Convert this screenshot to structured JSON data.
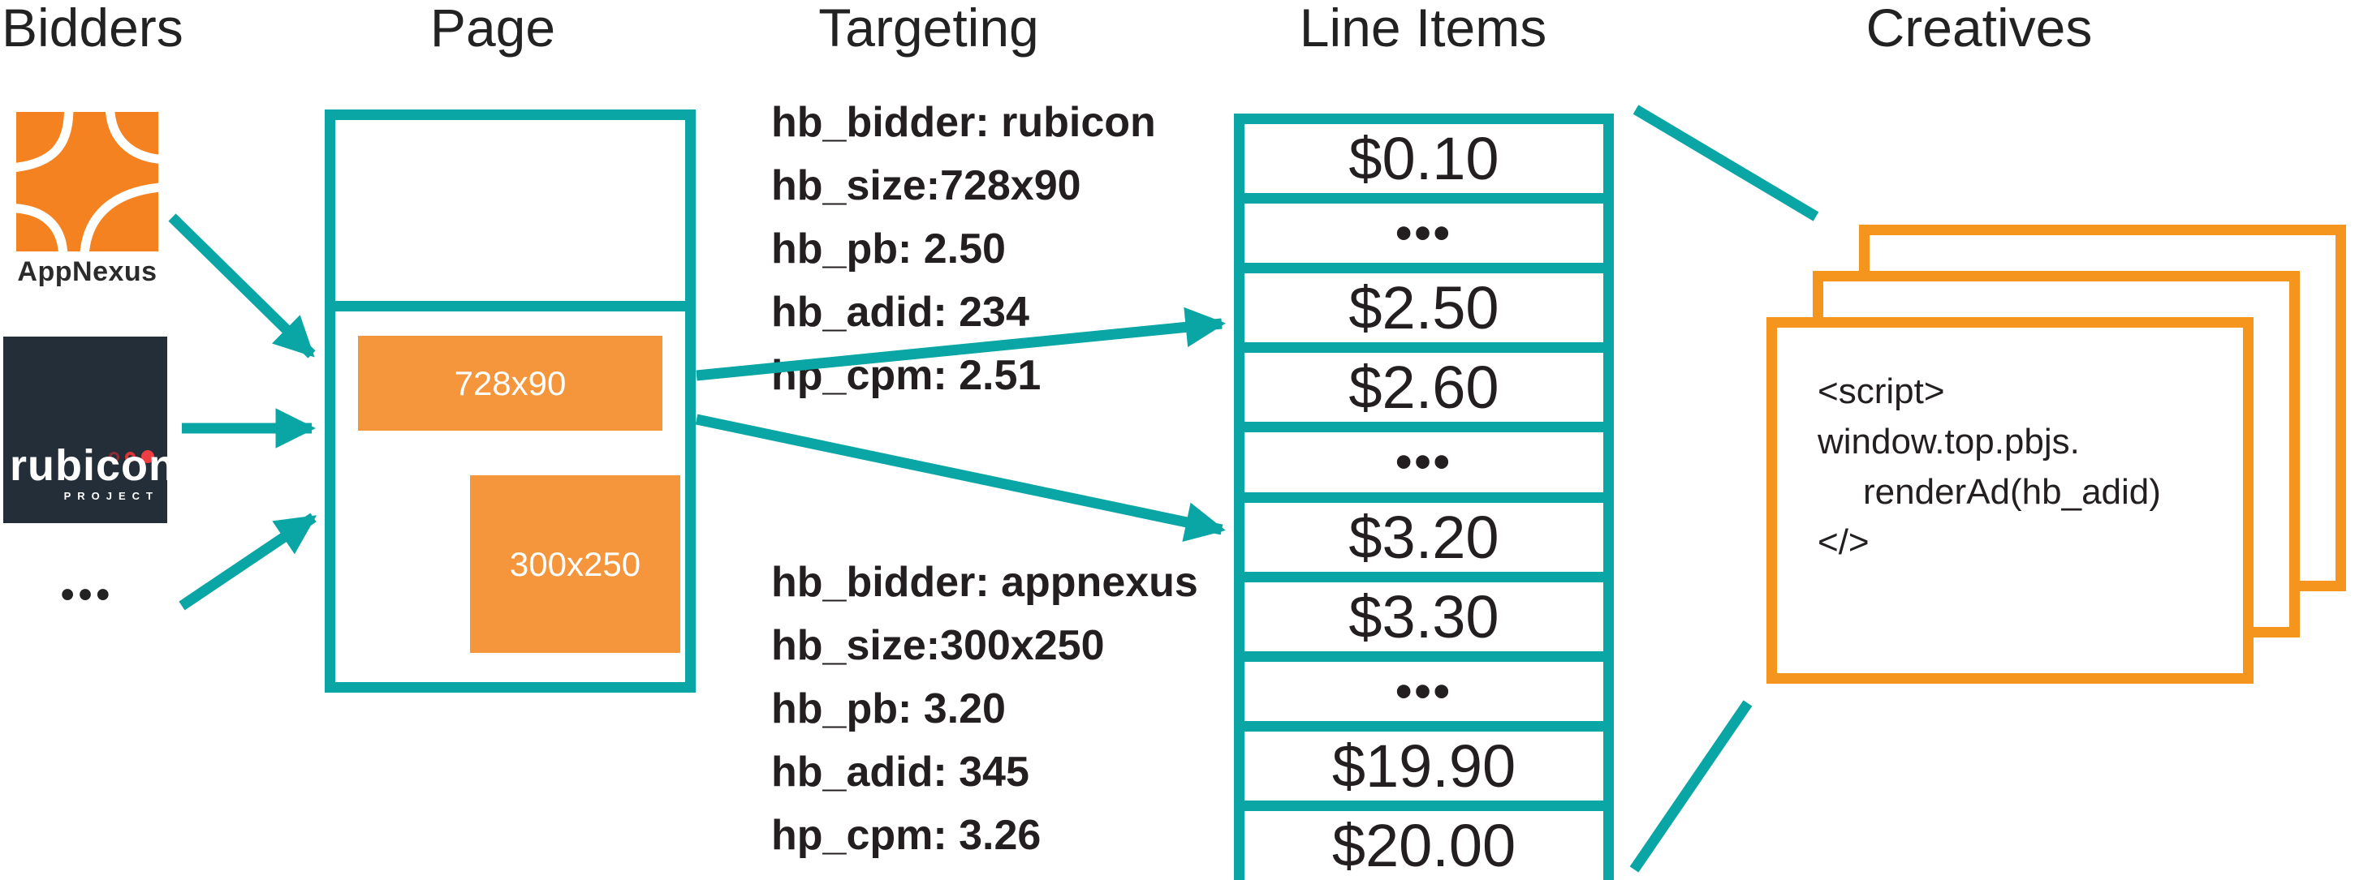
{
  "titles": {
    "bidders": "Bidders",
    "page": "Page",
    "targeting": "Targeting",
    "line_items": "Line Items",
    "creatives": "Creatives"
  },
  "bidders": {
    "appnexus": {
      "label": "AppNexus"
    },
    "rubicon": {
      "wordmark": "rubicon",
      "reg_mark": "®",
      "subtitle": "PROJECT"
    },
    "more_bidders": "•••"
  },
  "page": {
    "slot_banner": "728x90",
    "slot_rect": "300x250"
  },
  "targeting": {
    "rubicon_block": {
      "lines": [
        "hb_bidder: rubicon",
        "hb_size:728x90",
        "hb_pb: 2.50",
        "hb_adid: 234",
        "hp_cpm: 2.51"
      ]
    },
    "appnexus_block": {
      "lines": [
        "hb_bidder: appnexus",
        "hb_size:300x250",
        "hb_pb: 3.20",
        "hb_adid: 345",
        "hp_cpm: 3.26"
      ]
    }
  },
  "line_items": {
    "rows": [
      "$0.10",
      "•••",
      "$2.50",
      "$2.60",
      "•••",
      "$3.20",
      "$3.30",
      "•••",
      "$19.90",
      "$20.00"
    ]
  },
  "creatives": {
    "code_lines": [
      "<script>",
      "window.top.pbjs.",
      "renderAd(hb_adid)",
      "</>"
    ]
  },
  "colors": {
    "teal": "#0AA5A5",
    "orange": "#F5963C",
    "orange_border": "#F6951E",
    "appnexus_orange": "#F58220",
    "rubicon_navy": "#242E38",
    "text_dark": "#231F20"
  }
}
